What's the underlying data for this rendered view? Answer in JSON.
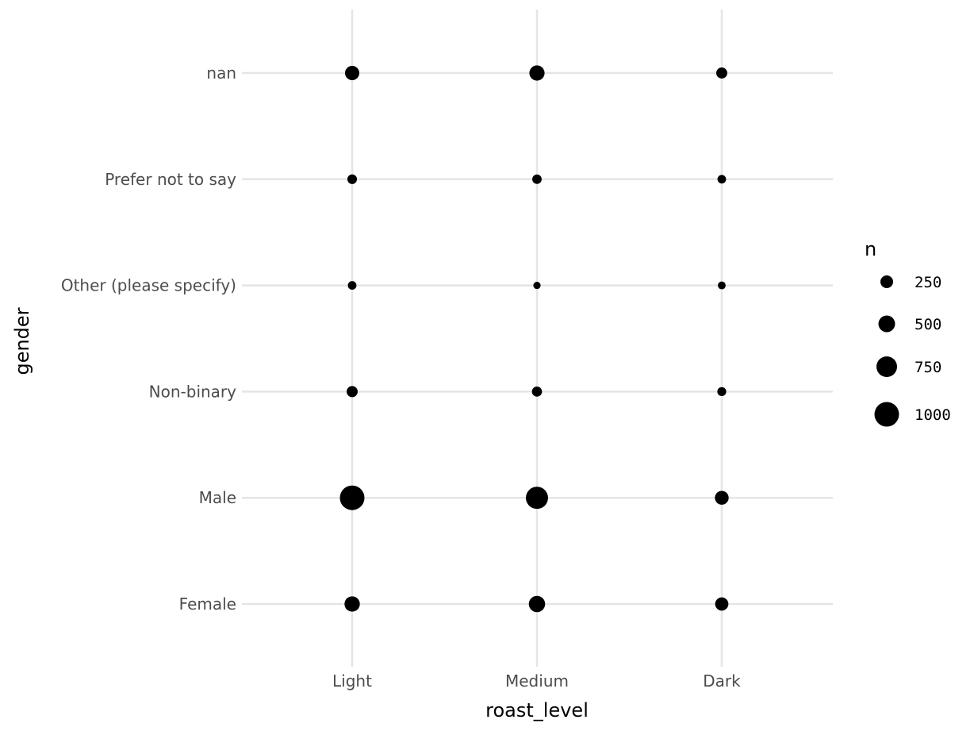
{
  "chart_data": {
    "type": "scatter",
    "title": "",
    "xlabel": "roast_level",
    "ylabel": "gender",
    "x_categories": [
      "Light",
      "Medium",
      "Dark"
    ],
    "y_categories": [
      "Female",
      "Male",
      "Non-binary",
      "Other (please specify)",
      "Prefer not to say",
      "nan"
    ],
    "size_variable": "n",
    "grid": true,
    "legend": {
      "title": "n",
      "placement": "right",
      "entries": [
        {
          "label": "250",
          "value": 250
        },
        {
          "label": "500",
          "value": 500
        },
        {
          "label": "750",
          "value": 750
        },
        {
          "label": "1000",
          "value": 1000
        }
      ]
    },
    "points": [
      {
        "x": "Light",
        "y": "Female",
        "n": 330
      },
      {
        "x": "Medium",
        "y": "Female",
        "n": 380
      },
      {
        "x": "Dark",
        "y": "Female",
        "n": 230
      },
      {
        "x": "Light",
        "y": "Male",
        "n": 935
      },
      {
        "x": "Medium",
        "y": "Male",
        "n": 750
      },
      {
        "x": "Dark",
        "y": "Male",
        "n": 255
      },
      {
        "x": "Light",
        "y": "Non-binary",
        "n": 145
      },
      {
        "x": "Medium",
        "y": "Non-binary",
        "n": 110
      },
      {
        "x": "Dark",
        "y": "Non-binary",
        "n": 75
      },
      {
        "x": "Light",
        "y": "Other (please specify)",
        "n": 65
      },
      {
        "x": "Medium",
        "y": "Other (please specify)",
        "n": 30
      },
      {
        "x": "Dark",
        "y": "Other (please specify)",
        "n": 45
      },
      {
        "x": "Light",
        "y": "Prefer not to say",
        "n": 95
      },
      {
        "x": "Medium",
        "y": "Prefer not to say",
        "n": 90
      },
      {
        "x": "Dark",
        "y": "Prefer not to say",
        "n": 65
      },
      {
        "x": "Light",
        "y": "nan",
        "n": 280
      },
      {
        "x": "Medium",
        "y": "nan",
        "n": 325
      },
      {
        "x": "Dark",
        "y": "nan",
        "n": 145
      }
    ],
    "colors": {
      "point": "#000000",
      "grid": "#e5e5e5",
      "tick_text": "#4d4d4d"
    }
  }
}
